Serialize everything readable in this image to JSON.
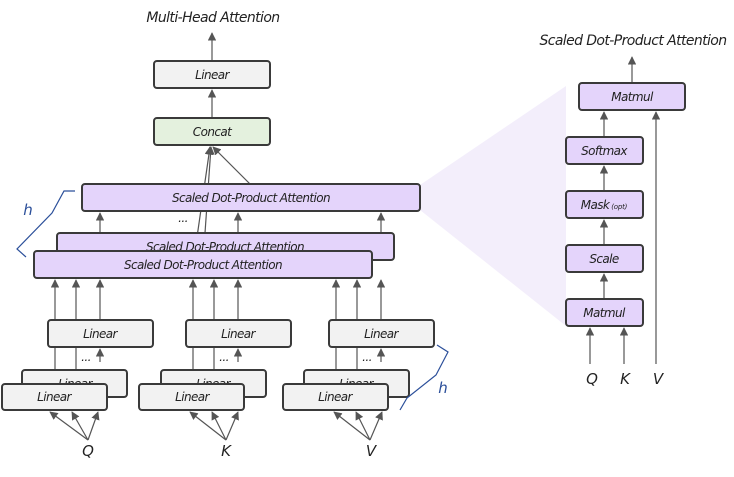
{
  "left_diagram": {
    "title": "Multi-Head Attention",
    "top_linear_label": "Linear",
    "concat_label": "Concat",
    "sdpa_label": "Scaled Dot-Product Attention",
    "linear_label": "Linear",
    "dots": "...",
    "inputs": [
      "Q",
      "K",
      "V"
    ],
    "heads_label": "h"
  },
  "right_diagram": {
    "title": "Scaled Dot-Product Attention",
    "matmul_top_label": "Matmul",
    "softmax_label": "Softmax",
    "mask_label": "Mask",
    "mask_suffix": "(opt)",
    "scale_label": "Scale",
    "matmul_bottom_label": "Matmul",
    "inputs": [
      "Q",
      "K",
      "V"
    ]
  },
  "colors": {
    "linear_fill": "#f2f2f2",
    "concat_fill": "#e4f1de",
    "attention_fill": "#e4d4fb",
    "brace": "#2b4f9a"
  }
}
